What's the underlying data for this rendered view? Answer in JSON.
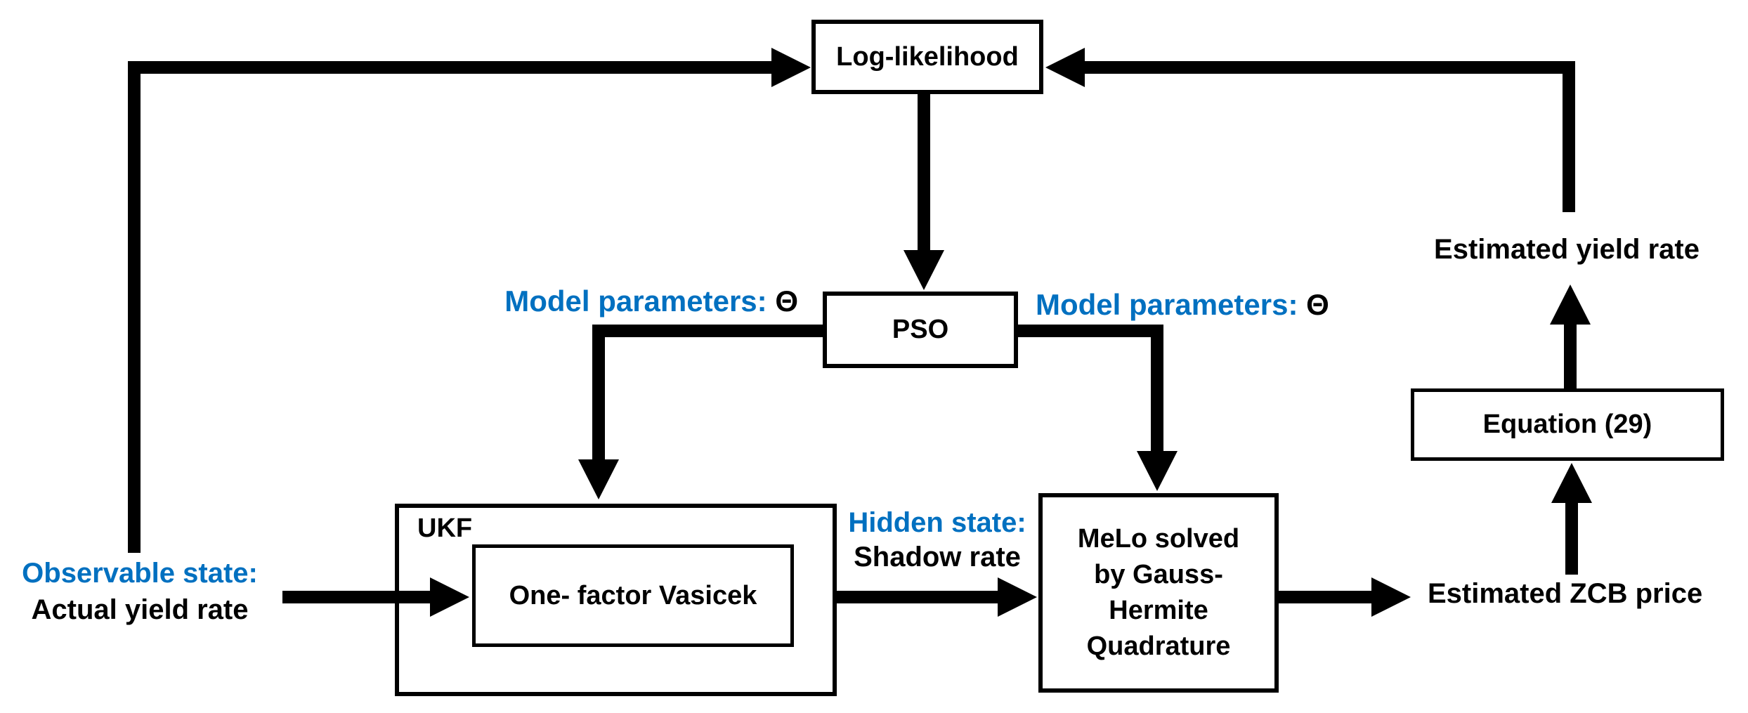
{
  "diagram": {
    "title_hint": "Shadow-rate model estimation flowchart",
    "colors": {
      "accent_blue": "#0070C0",
      "line_black": "#000000",
      "background": "#ffffff"
    },
    "nodes": {
      "log_likelihood": {
        "label": "Log-likelihood"
      },
      "pso": {
        "label": "PSO"
      },
      "ukf": {
        "label": "UKF"
      },
      "vasicek": {
        "label": "One- factor Vasicek"
      },
      "melo": {
        "label": "MeLo solved\nby Gauss-\nHermite\nQuadrature"
      },
      "equation": {
        "label": "Equation (29)"
      }
    },
    "labels": {
      "model_parameters_left": {
        "text": "Model parameters:",
        "symbol": "Θ"
      },
      "model_parameters_right": {
        "text": "Model parameters:",
        "symbol": "Θ"
      },
      "hidden_state": {
        "line1": "Hidden state:",
        "line2": "Shadow rate"
      },
      "observable_state": {
        "line1": "Observable state:",
        "line2": "Actual yield rate"
      },
      "estimated_yield_rate": "Estimated yield rate",
      "estimated_zcb_price": "Estimated ZCB price"
    }
  }
}
